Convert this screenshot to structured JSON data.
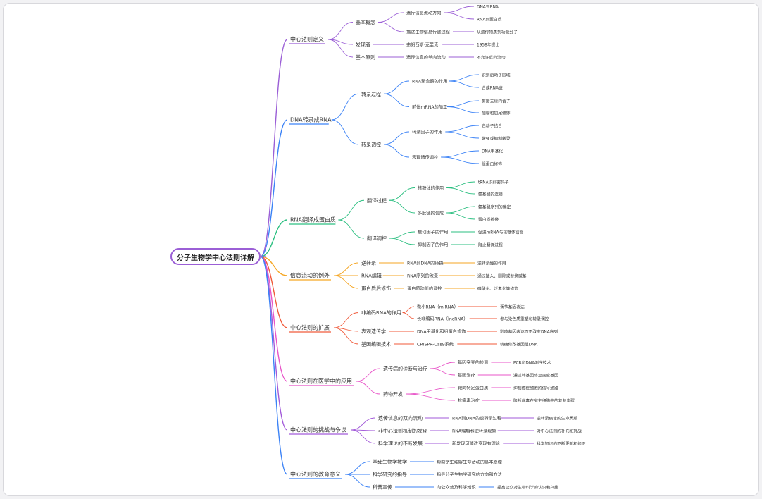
{
  "root": {
    "label": "分子生物学中心法则详解"
  },
  "colors": {
    "root": "#9b5fd6",
    "branches": [
      "#9b5fd6",
      "#3b82f6",
      "#2bbf80",
      "#f5a623",
      "#f05a3a",
      "#e855c8",
      "#a25ad9",
      "#3b82f6"
    ]
  },
  "branches": [
    {
      "label": "中心法则定义",
      "children": [
        {
          "label": "基本概念",
          "children": [
            {
              "label": "遗传信息流动方向",
              "children": [
                {
                  "label": "DNA到RNA"
                },
                {
                  "label": "RNA到蛋白质"
                }
              ]
            },
            {
              "label": "描述生物信息传递过程",
              "children": [
                {
                  "label": "从遗传物质到功能分子"
                }
              ]
            }
          ]
        },
        {
          "label": "发现者",
          "children": [
            {
              "label": "弗朗西斯·克里克",
              "children": [
                {
                  "label": "1958年提出"
                }
              ]
            }
          ]
        },
        {
          "label": "基本原则",
          "children": [
            {
              "label": "遗传信息的单向流动",
              "children": [
                {
                  "label": "不允许反向流动"
                }
              ]
            }
          ]
        }
      ]
    },
    {
      "label": "DNA转录成RNA",
      "children": [
        {
          "label": "转录过程",
          "children": [
            {
              "label": "RNA聚合酶的作用",
              "children": [
                {
                  "label": "识别启动子区域"
                },
                {
                  "label": "合成RNA链"
                }
              ]
            },
            {
              "label": "前体mRNA的加工",
              "children": [
                {
                  "label": "剪接去除内含子"
                },
                {
                  "label": "加帽和加尾修饰"
                }
              ]
            }
          ]
        },
        {
          "label": "转录调控",
          "children": [
            {
              "label": "转录因子的作用",
              "children": [
                {
                  "label": "启动子结合"
                },
                {
                  "label": "增强或抑制转录"
                }
              ]
            },
            {
              "label": "表观遗传调控",
              "children": [
                {
                  "label": "DNA甲基化"
                },
                {
                  "label": "组蛋白修饰"
                }
              ]
            }
          ]
        }
      ]
    },
    {
      "label": "RNA翻译成蛋白质",
      "children": [
        {
          "label": "翻译过程",
          "children": [
            {
              "label": "核糖体的作用",
              "children": [
                {
                  "label": "tRNA识别密码子"
                },
                {
                  "label": "氨基酸的连接"
                }
              ]
            },
            {
              "label": "多肽链的合成",
              "children": [
                {
                  "label": "氨基酸序列的确定"
                },
                {
                  "label": "蛋白质折叠"
                }
              ]
            }
          ]
        },
        {
          "label": "翻译调控",
          "children": [
            {
              "label": "启动因子的作用",
              "children": [
                {
                  "label": "促进mRNA与核糖体结合"
                }
              ]
            },
            {
              "label": "抑制因子的作用",
              "children": [
                {
                  "label": "阻止翻译过程"
                }
              ]
            }
          ]
        }
      ]
    },
    {
      "label": "信息流动的例外",
      "children": [
        {
          "label": "逆转录",
          "children": [
            {
              "label": "RNA到DNA的转换",
              "children": [
                {
                  "label": "逆转录酶的作用"
                }
              ]
            }
          ]
        },
        {
          "label": "RNA编辑",
          "children": [
            {
              "label": "RNA序列的改变",
              "children": [
                {
                  "label": "通过插入、删除或替换碱基"
                }
              ]
            }
          ]
        },
        {
          "label": "蛋白质后修饰",
          "children": [
            {
              "label": "蛋白质功能的调控",
              "children": [
                {
                  "label": "磷酸化、泛素化等修饰"
                }
              ]
            }
          ]
        }
      ]
    },
    {
      "label": "中心法则的扩展",
      "children": [
        {
          "label": "非编码RNA的作用",
          "children": [
            {
              "label": "微小RNA（miRNA）",
              "children": [
                {
                  "label": "调节基因表达"
                }
              ]
            },
            {
              "label": "长非编码RNA（lncRNA）",
              "children": [
                {
                  "label": "参与染色质重塑和转录调控"
                }
              ]
            }
          ]
        },
        {
          "label": "表观遗传学",
          "children": [
            {
              "label": "DNA甲基化和组蛋白修饰",
              "children": [
                {
                  "label": "影响基因表达而不改变DNA序列"
                }
              ]
            }
          ]
        },
        {
          "label": "基因编辑技术",
          "children": [
            {
              "label": "CRISPR-Cas9系统",
              "children": [
                {
                  "label": "精确修改基因组DNA"
                }
              ]
            }
          ]
        }
      ]
    },
    {
      "label": "中心法则在医学中的应用",
      "children": [
        {
          "label": "遗传病的诊断与治疗",
          "children": [
            {
              "label": "基因突变的检测",
              "children": [
                {
                  "label": "PCR和DNA测序技术"
                }
              ]
            },
            {
              "label": "基因治疗",
              "children": [
                {
                  "label": "通过转基因修复突变基因"
                }
              ]
            }
          ]
        },
        {
          "label": "药物开发",
          "children": [
            {
              "label": "靶向特定蛋白质",
              "children": [
                {
                  "label": "抑制癌症细胞的信号通路"
                }
              ]
            },
            {
              "label": "抗病毒治疗",
              "children": [
                {
                  "label": "阻断病毒在宿主细胞中的复制步骤"
                }
              ]
            }
          ]
        }
      ]
    },
    {
      "label": "中心法则的挑战与争议",
      "children": [
        {
          "label": "遗传信息的双向流动",
          "children": [
            {
              "label": "RNA到DNA的逆转录过程",
              "children": [
                {
                  "label": "逆转录病毒的生命周期"
                }
              ]
            }
          ]
        },
        {
          "label": "非中心法则机制的发现",
          "children": [
            {
              "label": "RNA编辑和逆转录现象",
              "children": [
                {
                  "label": "对中心法则的补充和挑战"
                }
              ]
            }
          ]
        },
        {
          "label": "科学理论的不断发展",
          "children": [
            {
              "label": "新发现可能改变现有理论",
              "children": [
                {
                  "label": "科学知识的不断更新和修正"
                }
              ]
            }
          ]
        }
      ]
    },
    {
      "label": "中心法则的教育意义",
      "children": [
        {
          "label": "基础生物学教学",
          "children": [
            {
              "label": "帮助学生理解生命活动的基本原理"
            }
          ]
        },
        {
          "label": "科学研究的指导",
          "children": [
            {
              "label": "指导分子生物学研究的方向和方法"
            }
          ]
        },
        {
          "label": "科普宣传",
          "children": [
            {
              "label": "向公众普及科学知识",
              "children": [
                {
                  "label": "提高公众对生物科学的认识和兴趣"
                }
              ]
            }
          ]
        }
      ]
    }
  ]
}
